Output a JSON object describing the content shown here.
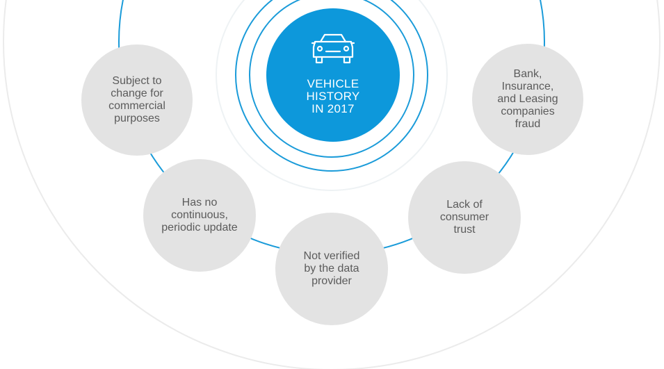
{
  "center": {
    "icon": "car-icon",
    "title": "VEHICLE\nHISTORY\nIN 2017",
    "color": "#0d98db"
  },
  "nodes": [
    {
      "id": "subject-to-change",
      "text": "Subject to\nchange for\ncommercial\npurposes"
    },
    {
      "id": "bank-insurance-fraud",
      "text": "Bank,\nInsurance,\nand Leasing\ncompanies\nfraud"
    },
    {
      "id": "no-periodic-update",
      "text": "Has no\ncontinuous,\nperiodic update"
    },
    {
      "id": "lack-of-trust",
      "text": "Lack of\nconsumer\ntrust"
    },
    {
      "id": "not-verified",
      "text": "Not verified\nby the data\nprovider"
    }
  ],
  "colors": {
    "accent": "#0d98db",
    "node_fill": "#e3e3e3",
    "node_text": "#5b5b5b",
    "outer_ring": "#e9e9e9"
  }
}
